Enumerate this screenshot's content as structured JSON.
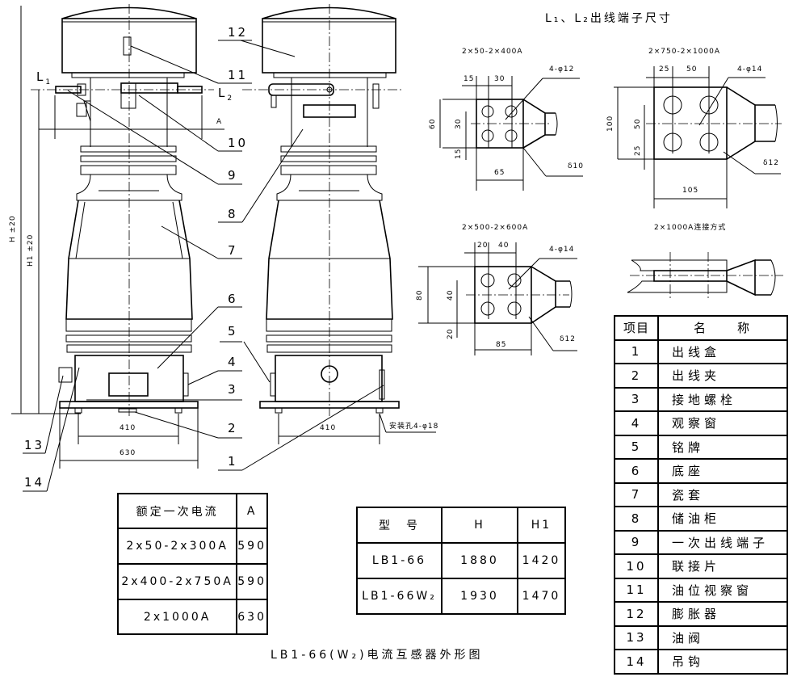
{
  "front_view": {
    "terminal_L1": {
      "letter": "L",
      "sub": "1"
    },
    "terminal_L2": {
      "letter": "L",
      "sub": "2"
    },
    "dim_A": "A",
    "dim_H": "H ±20",
    "dim_H1": "H1 ±20",
    "dim_base_bolt": "410",
    "dim_base_width": "630"
  },
  "side_view": {
    "dim_base_bolt": "410",
    "mounting_hole": "安装孔4-φ18"
  },
  "callouts": [
    "1",
    "2",
    "3",
    "4",
    "5",
    "6",
    "7",
    "8",
    "9",
    "10",
    "11",
    "12",
    "13",
    "14"
  ],
  "terminal_details": {
    "title": "L₁、L₂出线端子尺寸",
    "detail_a": {
      "label": "2×50-2×400A",
      "holes": "4-φ12",
      "thickness": "δ10",
      "d_15": "15",
      "d_30": "30",
      "d_60": "60",
      "d_v30": "30",
      "d_v15": "15",
      "d_65": "65"
    },
    "detail_b": {
      "label": "2×750-2×1000A",
      "holes": "4-φ14",
      "thickness": "δ12",
      "d_25": "25",
      "d_50": "50",
      "d_100": "100",
      "d_v50": "50",
      "d_v25": "25",
      "d_105": "105"
    },
    "detail_c": {
      "label": "2×500-2×600A",
      "holes": "4-φ14",
      "thickness": "δ12",
      "d_20": "20",
      "d_40": "40",
      "d_80": "80",
      "d_v40": "40",
      "d_v20": "20",
      "d_85": "85"
    },
    "detail_d": {
      "label": "2×1000A连接方式"
    }
  },
  "rating_table": {
    "headers": [
      "额定一次电流",
      "A"
    ],
    "rows": [
      [
        "2x50-2x300A",
        "590"
      ],
      [
        "2x400-2x750A",
        "590"
      ],
      [
        "2x1000A",
        "630"
      ]
    ]
  },
  "model_table": {
    "headers": [
      "型　号",
      "H",
      "H1"
    ],
    "rows": [
      [
        "LB1-66",
        "1880",
        "1420"
      ],
      [
        "LB1-66W₂",
        "1930",
        "1470"
      ]
    ]
  },
  "parts_table": {
    "headers": [
      "项目",
      "名　　称"
    ],
    "rows": [
      [
        "1",
        "出线盒"
      ],
      [
        "2",
        "出线夹"
      ],
      [
        "3",
        "接地螺栓"
      ],
      [
        "4",
        "观察窗"
      ],
      [
        "5",
        "铭牌"
      ],
      [
        "6",
        "底座"
      ],
      [
        "7",
        "瓷套"
      ],
      [
        "8",
        "储油柜"
      ],
      [
        "9",
        "一次出线端子"
      ],
      [
        "10",
        "联接片"
      ],
      [
        "11",
        "油位视察窗"
      ],
      [
        "12",
        "膨胀器"
      ],
      [
        "13",
        "油阀"
      ],
      [
        "14",
        "吊钩"
      ]
    ]
  },
  "caption": "LB1-66(W₂)电流互感器外形图"
}
